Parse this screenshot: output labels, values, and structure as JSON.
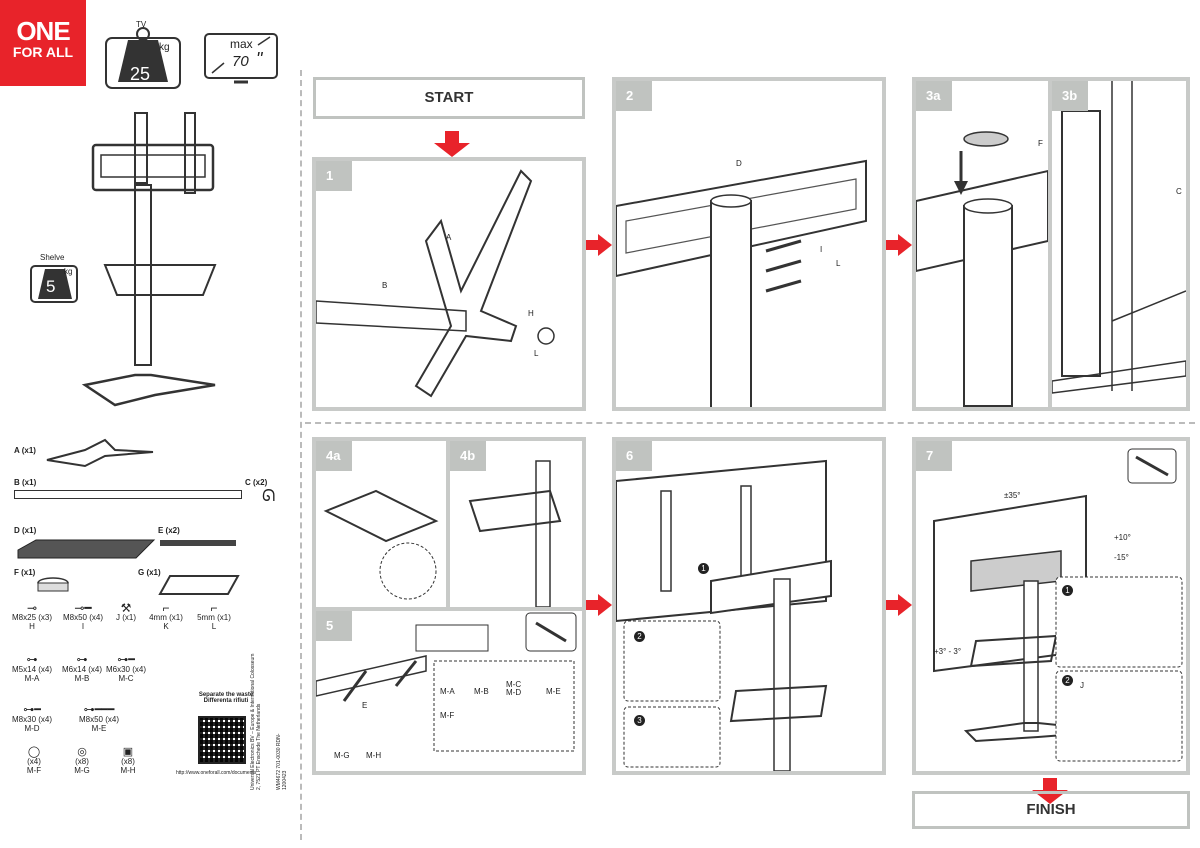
{
  "brand": {
    "line1": "ONE",
    "line2": "FOR ALL"
  },
  "specs": {
    "tv_label": "TV",
    "tv_weight": "25",
    "kg": "kg",
    "max_label": "max",
    "max_size": "70",
    "inch": "\"",
    "shelve_label": "Shelve",
    "shelve_weight": "5"
  },
  "parts": {
    "a": "A (x1)",
    "b": "B (x1)",
    "c": "C (x2)",
    "d": "D (x1)",
    "e": "E (x2)",
    "f": "F (x1)",
    "g": "G (x1)",
    "h_size": "M8x25 (x3)",
    "h": "H",
    "i_size": "M8x50 (x4)",
    "i": "I",
    "j": "J (x1)",
    "k_size": "4mm (x1)",
    "k": "K",
    "l_size": "5mm (x1)",
    "l": "L",
    "ma_size": "M5x14 (x4)",
    "ma": "M-A",
    "mb_size": "M6x14 (x4)",
    "mb": "M-B",
    "mc_size": "M6x30 (x4)",
    "mc": "M-C",
    "md_size": "M8x30 (x4)",
    "md": "M-D",
    "me_size": "M8x50 (x4)",
    "me": "M-E",
    "mf_count": "(x4)",
    "mf": "M-F",
    "mg_count": "(x8)",
    "mg": "M-G",
    "mh_count": "(x8)",
    "mh": "M-H"
  },
  "footer": {
    "separate1": "Separate the waste",
    "separate2": "Differenta rifiuti",
    "url": "http://www.oneforall.com/documents",
    "vertical": "Universal Electronics BV – Europe & International  Colosseum 2, 7521 PT Enschede  The Netherlands",
    "code": "WM4672  701-0030  RDN-1200423"
  },
  "steps": {
    "start": "START",
    "finish": "FINISH",
    "s1": "1",
    "s2": "2",
    "s3a": "3a",
    "s3b": "3b",
    "s4a": "4a",
    "s4b": "4b",
    "s5": "5",
    "s6": "6",
    "s7": "7"
  },
  "callouts": {
    "a": "A",
    "b": "B",
    "h": "H",
    "l": "L",
    "d": "D",
    "i": "I",
    "f": "F",
    "c": "C",
    "e": "E",
    "j": "J",
    "mg": "M-G",
    "mh": "M-H",
    "ma": "M-A",
    "mb": "M-B",
    "mcd": "M-C\nM-D",
    "me": "M-E",
    "mf": "M-F",
    "rot": "±35°",
    "tilt_up": "+10°",
    "tilt_down": "-15°",
    "level": "+3° - 3°",
    "n1": "1",
    "n2": "2",
    "n3": "3"
  },
  "colors": {
    "accent": "#e8232a",
    "frame": "#c8cac8",
    "tag": "#c0c3c0"
  }
}
